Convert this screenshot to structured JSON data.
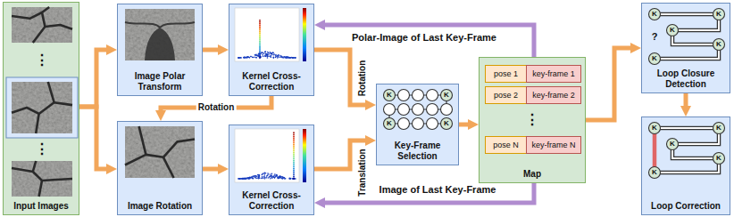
{
  "diagram": {
    "nodes": [
      {
        "text": [
          "Input Images"
        ]
      },
      {
        "text": [
          "Image Polar Transform"
        ]
      },
      {
        "text": [
          "Kernel Cross-Correction"
        ]
      },
      {
        "text": [
          "Image Rotation"
        ]
      },
      {
        "text": [
          "Kernel Cross-Correction"
        ]
      },
      {
        "text": [
          "Key-Frame Selection"
        ]
      },
      {
        "text": [
          "Map"
        ]
      },
      {
        "text": [
          "pose 1"
        ],
        "in": 6
      },
      {
        "text": [
          "key-frame 1"
        ],
        "in": 6
      },
      {
        "text": [
          "pose 2"
        ],
        "in": 6
      },
      {
        "text": [
          "key-frame 2"
        ],
        "in": 6
      },
      {
        "text": [
          "pose N"
        ],
        "in": 6
      },
      {
        "text": [
          "key-frame N"
        ],
        "in": 6
      },
      {
        "text": [
          "Loop Closure Detection"
        ]
      },
      {
        "text": [
          "Loop Correction"
        ]
      }
    ],
    "edges": [
      {
        "from": 0,
        "to": 1,
        "arrow": "to"
      },
      {
        "from": 0,
        "to": 3,
        "arrow": "to"
      },
      {
        "from": 1,
        "to": 2,
        "arrow": "to"
      },
      {
        "from": 2,
        "to": 3,
        "label": "Rotation",
        "arrow": "to"
      },
      {
        "from": 2,
        "to": 5,
        "label": "Rotation",
        "arrow": "to"
      },
      {
        "from": 3,
        "to": 4,
        "arrow": "to"
      },
      {
        "from": 4,
        "to": 5,
        "label": "Translation",
        "arrow": "to"
      },
      {
        "from": 5,
        "to": 6,
        "arrow": "to"
      },
      {
        "from": 6,
        "to": 2,
        "label": "Polar-Image of Last Key-Frame",
        "arrow": "to"
      },
      {
        "from": 6,
        "to": 4,
        "label": "Image of Last Key-Frame",
        "arrow": "to"
      },
      {
        "from": 6,
        "to": 13,
        "arrow": "to"
      },
      {
        "from": 13,
        "to": 14,
        "arrow": "to"
      }
    ],
    "labels": [
      "⋮",
      "⋮",
      "⋮",
      "K",
      "K",
      "K",
      "K",
      "K",
      "K",
      "K",
      "K",
      "K",
      "?",
      "K",
      "K",
      "K",
      "K",
      "K"
    ]
  }
}
